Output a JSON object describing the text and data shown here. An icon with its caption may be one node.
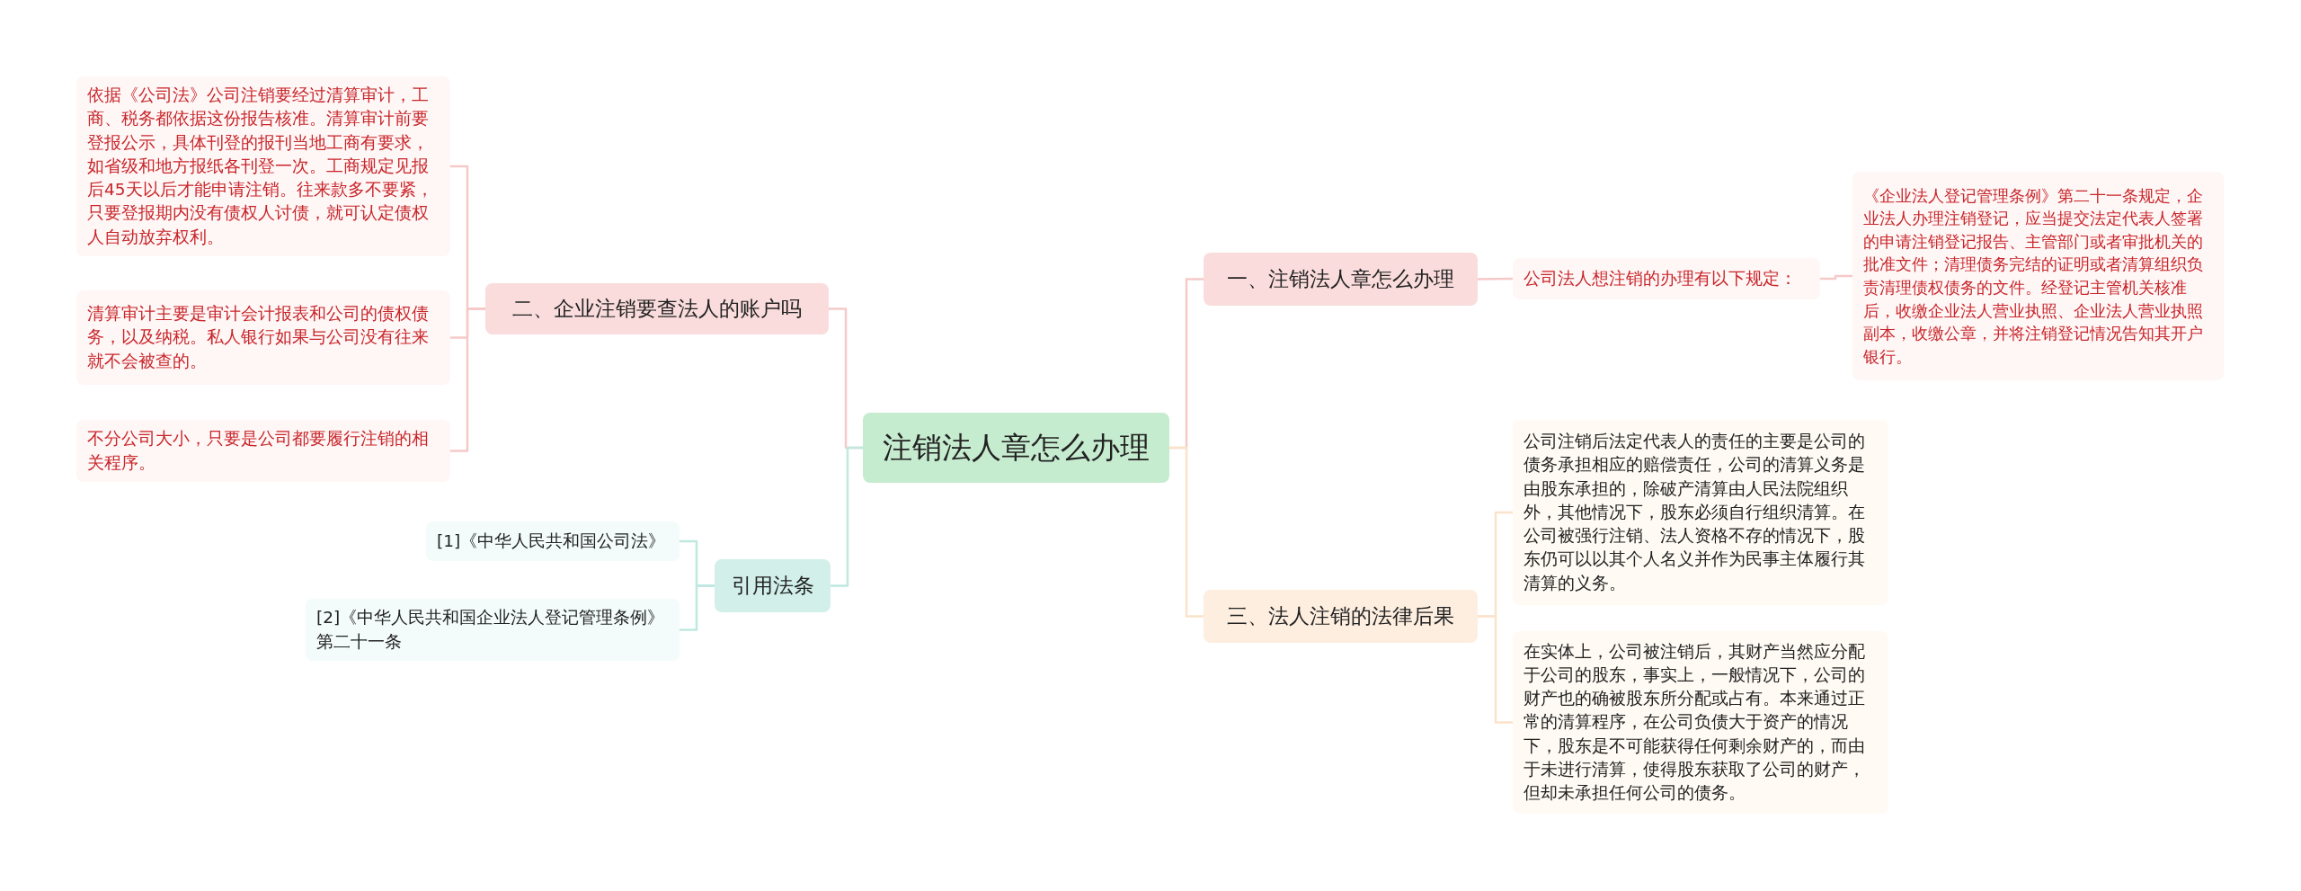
{
  "diagram": {
    "nodes": [
      {
        "text": [
          "注销法人章怎么办理"
        ]
      },
      {
        "text": [
          "二、企业注销要查法人的账户吗"
        ]
      },
      {
        "text": [
          "依据《公司法》公司注销要经过清算审计，工商、税务都依据这份报告核准。清算审计前要登报公示，具体刊登的报刊当地工商有要求，如省级和地方报纸各刊登一次。工商规定见报后45天以后才能申请注销。往来款多不要紧，只要登报期内没有债权人讨债，就可认定债权人自动放弃权利。"
        ]
      },
      {
        "text": [
          "清算审计主要是审计会计报表和公司的债权债务，以及纳税。私人银行如果与公司没有往来就不会被查的。"
        ]
      },
      {
        "text": [
          "不分公司大小，只要是公司都要履行注销的相关程序。"
        ]
      },
      {
        "text": [
          "引用法条"
        ]
      },
      {
        "text": [
          "[1]《中华人民共和国公司法》"
        ]
      },
      {
        "text": [
          "[2]《中华人民共和国企业法人登记管理条例》第二十一条"
        ]
      },
      {
        "text": [
          "一、注销法人章怎么办理"
        ]
      },
      {
        "text": [
          "公司法人想注销的办理有以下规定："
        ]
      },
      {
        "text": [
          "《企业法人登记管理条例》第二十一条规定，企业法人办理注销登记，应当提交法定代表人签署的申请注销登记报告、主管部门或者审批机关的批准文件；清理债务完结的证明或者清算组织负责清理债权债务的文件。经登记主管机关核准后，收缴企业法人营业执照、企业法人营业执照副本，收缴公章，并将注销登记情况告知其开户银行。"
        ]
      },
      {
        "text": [
          "三、法人注销的法律后果"
        ]
      },
      {
        "text": [
          "公司注销后法定代表人的责任的主要是公司的债务承担相应的赔偿责任，公司的清算义务是由股东承担的，除破产清算由人民法院组织外，其他情况下，股东必须自行组织清算。在公司被强行注销、法人资格不存的情况下，股东仍可以以其个人名义并作为民事主体履行其清算的义务。"
        ]
      },
      {
        "text": [
          "在实体上，公司被注销后，其财产当然应分配于公司的股东，事实上，一般情况下，公司的财产也的确被股东所分配或占有。本来通过正常的清算程序，在公司负债大于资产的情况下，股东是不可能获得任何剩余财产的，而由于未进行清算，使得股东获取了公司的财产，但却未承担任何公司的债务。"
        ]
      }
    ],
    "edges": [
      {
        "from": 0,
        "to": 1,
        "arrow": "none"
      },
      {
        "from": 1,
        "to": 2,
        "arrow": "none"
      },
      {
        "from": 1,
        "to": 3,
        "arrow": "none"
      },
      {
        "from": 1,
        "to": 4,
        "arrow": "none"
      },
      {
        "from": 0,
        "to": 5,
        "arrow": "none",
        "color": "#bfe8df"
      },
      {
        "from": 5,
        "to": 6,
        "arrow": "none",
        "color": "#bfe8df"
      },
      {
        "from": 5,
        "to": 7,
        "arrow": "none",
        "color": "#bfe8df"
      },
      {
        "from": 0,
        "to": 8,
        "arrow": "none"
      },
      {
        "from": 8,
        "to": 9,
        "arrow": "none"
      },
      {
        "from": 9,
        "to": 10,
        "arrow": "none"
      },
      {
        "from": 0,
        "to": 11,
        "arrow": "none",
        "color": "#fbe3cb"
      },
      {
        "from": 11,
        "to": 12,
        "arrow": "none",
        "color": "#fbe3cb"
      },
      {
        "from": 11,
        "to": 13,
        "arrow": "none",
        "color": "#fbe3cb"
      }
    ]
  }
}
